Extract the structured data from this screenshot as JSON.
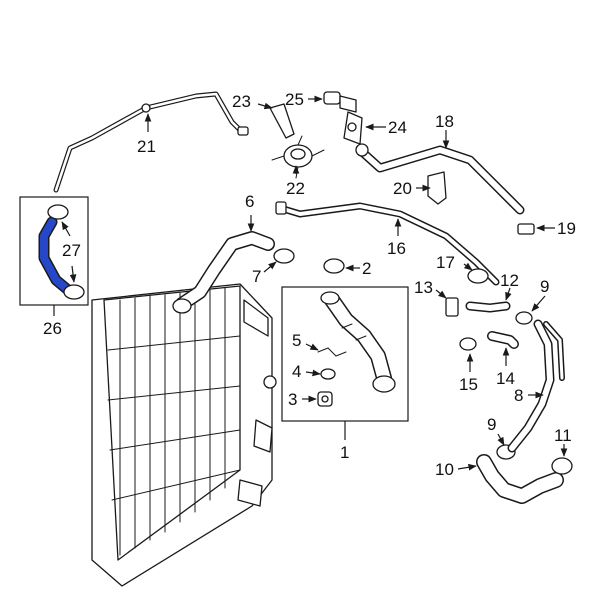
{
  "callouts": [
    {
      "id": "1",
      "label": "1"
    },
    {
      "id": "2",
      "label": "2"
    },
    {
      "id": "3",
      "label": "3"
    },
    {
      "id": "4",
      "label": "4"
    },
    {
      "id": "5",
      "label": "5"
    },
    {
      "id": "6",
      "label": "6"
    },
    {
      "id": "7",
      "label": "7"
    },
    {
      "id": "8",
      "label": "8"
    },
    {
      "id": "9a",
      "label": "9"
    },
    {
      "id": "9b",
      "label": "9"
    },
    {
      "id": "10",
      "label": "10"
    },
    {
      "id": "11",
      "label": "11"
    },
    {
      "id": "12",
      "label": "12"
    },
    {
      "id": "13",
      "label": "13"
    },
    {
      "id": "14",
      "label": "14"
    },
    {
      "id": "15",
      "label": "15"
    },
    {
      "id": "16",
      "label": "16"
    },
    {
      "id": "17",
      "label": "17"
    },
    {
      "id": "18",
      "label": "18"
    },
    {
      "id": "19",
      "label": "19"
    },
    {
      "id": "20",
      "label": "20"
    },
    {
      "id": "21",
      "label": "21"
    },
    {
      "id": "22",
      "label": "22"
    },
    {
      "id": "23",
      "label": "23"
    },
    {
      "id": "24",
      "label": "24"
    },
    {
      "id": "25",
      "label": "25"
    },
    {
      "id": "26",
      "label": "26"
    },
    {
      "id": "27",
      "label": "27"
    }
  ],
  "colors": {
    "line": "#1a1a1a",
    "highlight": "#2747c9",
    "background": "#ffffff"
  }
}
